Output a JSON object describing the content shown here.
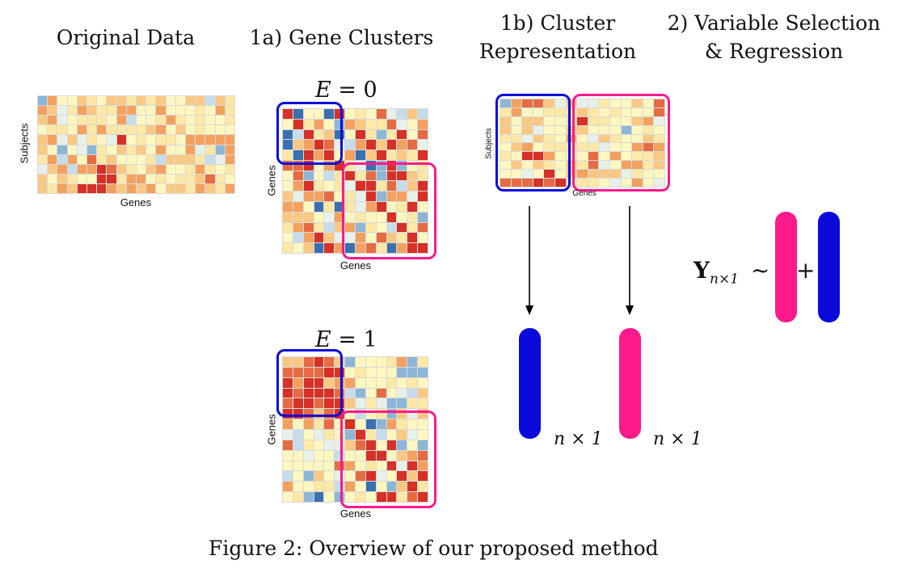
{
  "headings": {
    "original": "Original Data",
    "gene_clusters": "1a) Gene Clusters",
    "cluster_rep_line1": "1b) Cluster",
    "cluster_rep_line2": "Representation",
    "variable_sel_line1": "2) Variable Selection",
    "variable_sel_line2": "&   Regression"
  },
  "axis_labels": {
    "subjects": "Subjects",
    "genes": "Genes"
  },
  "equations": {
    "e0_var": "E",
    "e0_rest": "= 0",
    "e1_var": "E",
    "e1_rest": "= 1"
  },
  "dimensions": {
    "blue_dim": "n × 1",
    "pink_dim": "n × 1"
  },
  "regression": {
    "y": "Y",
    "y_sub": "n×1",
    "tilde": "~",
    "plus": "+"
  },
  "caption": "Figure 2: Overview of our proposed method",
  "colors": {
    "blue_cluster": "#0a0adb",
    "pink_cluster": "#ff1a8c",
    "heat_low": "#4575b4",
    "heat_mid": "#ffffbf",
    "heat_high": "#d73027"
  }
}
